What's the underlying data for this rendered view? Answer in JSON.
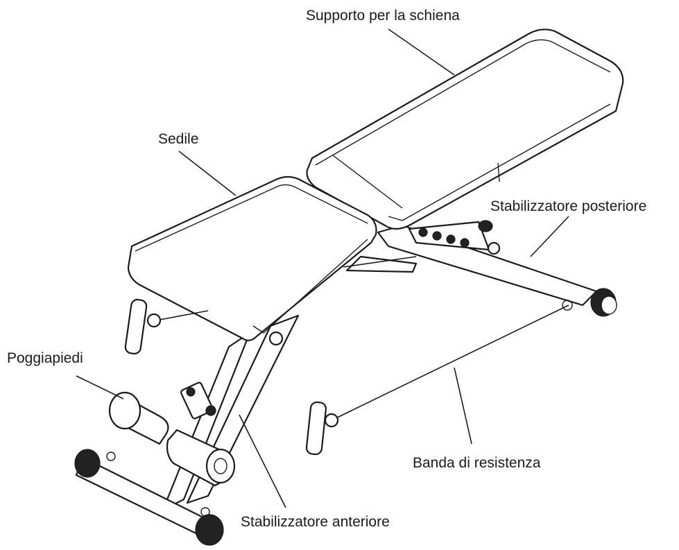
{
  "labels": {
    "back_support": "Supporto per la schiena",
    "seat": "Sedile",
    "rear_stabilizer": "Stabilizzatore posteriore",
    "footrest": "Poggiapiedi",
    "resistance_band": "Banda di resistenza",
    "front_stabilizer": "Stabilizzatore anteriore"
  }
}
